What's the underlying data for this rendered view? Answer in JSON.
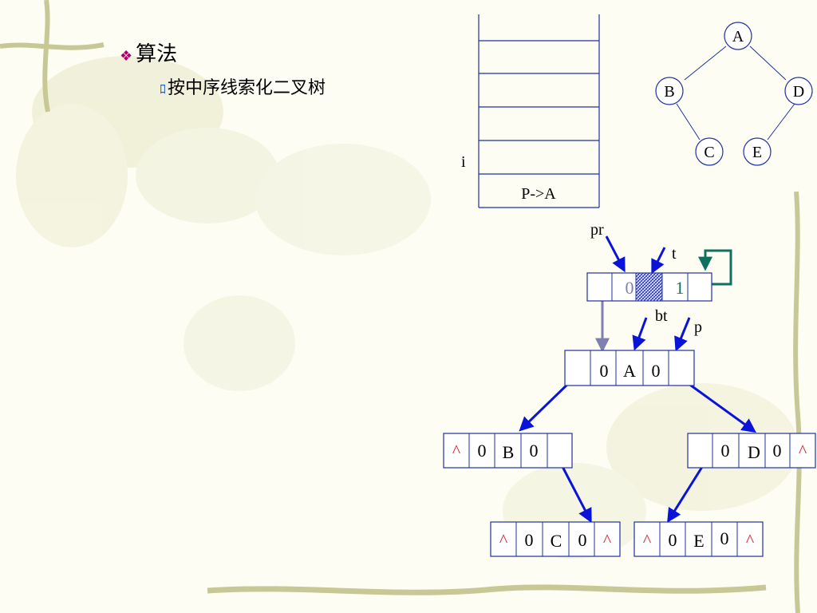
{
  "slide": {
    "bullet1": {
      "marker": "❖",
      "text": "算法"
    },
    "bullet2": {
      "marker": "ﾛ",
      "text": "按中序线索化二叉树"
    }
  },
  "stack": {
    "index_label": "i",
    "bottom_label": "P->A"
  },
  "tree": {
    "nodes": [
      "A",
      "B",
      "D",
      "C",
      "E"
    ]
  },
  "pointers": {
    "pr": "pr",
    "t": "t",
    "bt": "bt",
    "p": "p"
  },
  "head_node": {
    "cells": [
      "",
      "0",
      "",
      "1",
      ""
    ]
  },
  "node_A": {
    "cells": [
      "",
      "0",
      "A",
      "0",
      ""
    ]
  },
  "node_B": {
    "cells": [
      "^",
      "0",
      "B",
      "0",
      ""
    ]
  },
  "node_D": {
    "cells": [
      "",
      "0",
      "D",
      "0",
      "^"
    ]
  },
  "node_C": {
    "cells": [
      "^",
      "0",
      "C",
      "0",
      "^"
    ]
  },
  "node_E": {
    "cells": [
      "^",
      "0",
      "E",
      "0",
      "^"
    ]
  },
  "colors": {
    "line": "#2030a0",
    "arrow": "#0a14d8",
    "caret": "#e02020",
    "teal": "#107060",
    "gray_arrow": "#8080b0"
  }
}
